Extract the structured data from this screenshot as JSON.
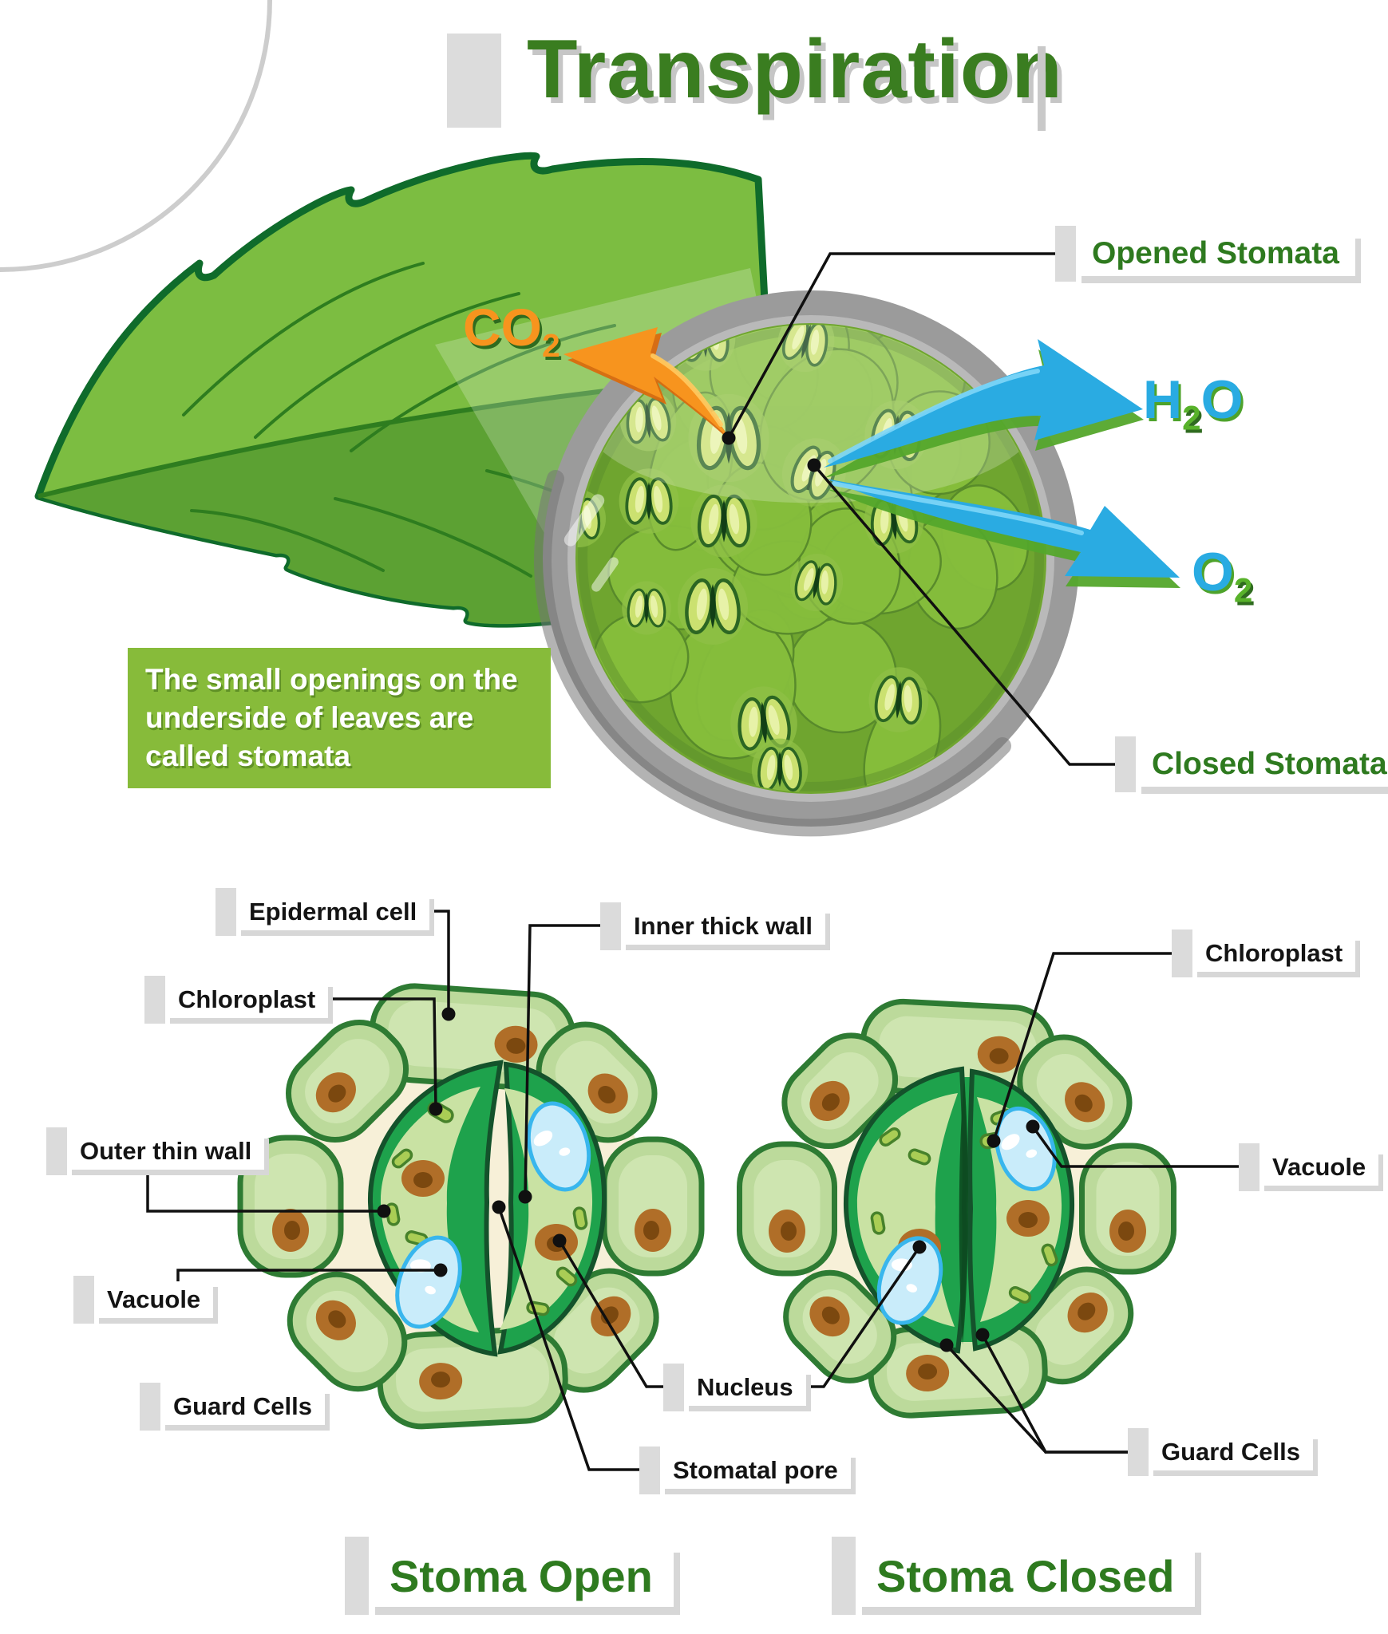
{
  "title": "Transpiration",
  "info_box": "The small openings on the underside of leaves are called stomata",
  "molecules": {
    "co2": {
      "symbol": "CO",
      "subscript": "2"
    },
    "h2o": {
      "prefix": "H",
      "subscript": "2",
      "suffix": "O"
    },
    "o2": {
      "symbol": "O",
      "subscript": "2"
    }
  },
  "magnified_view": {
    "opened_stomata": "Opened Stomata",
    "closed_stomata": "Closed Stomata"
  },
  "cell_labels": {
    "epidermal_cell": "Epidermal cell",
    "inner_thick_wall": "Inner thick wall",
    "chloroplast_left": "Chloroplast",
    "outer_thin_wall": "Outer thin wall",
    "vacuole_left": "Vacuole",
    "guard_cells_left": "Guard Cells",
    "nucleus": "Nucleus",
    "stomatal_pore": "Stomatal pore",
    "chloroplast_right": "Chloroplast",
    "vacuole_right": "Vacuole",
    "guard_cells_right": "Guard Cells"
  },
  "section_titles": {
    "open": "Stoma Open",
    "closed": "Stoma Closed"
  },
  "colors": {
    "accent_green": "#3A7D20",
    "label_green": "#2E7A1F",
    "box_green": "#87BB3A",
    "co2_orange": "#F7941E",
    "gas_blue": "#29ABE2",
    "gas_green": "#58B22A",
    "guard_emerald": "#1EA24C",
    "cell_fill": "#BCDA9B",
    "cream": "#F7F0D8"
  }
}
